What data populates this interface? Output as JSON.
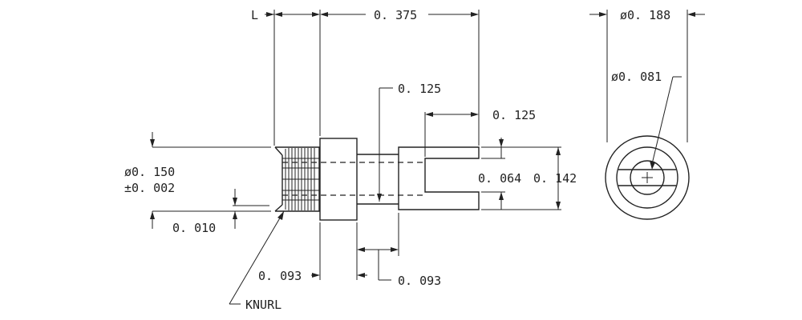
{
  "drawing": {
    "dimensions": {
      "length_L": "L",
      "overall_length": "0. 375",
      "body_diameter": "ø0. 150",
      "body_tolerance": "±0. 002",
      "knurl_offset": "0. 010",
      "flange_length": "0. 093",
      "neck_length": "0. 093",
      "slot_position": "0. 125",
      "slot_depth": "0. 125",
      "slot_width": "0. 064",
      "fork_height": "0. 142",
      "flange_diameter": "ø0. 188",
      "hole_diameter": "ø0. 081"
    },
    "callouts": {
      "knurl": "KNURL"
    }
  }
}
